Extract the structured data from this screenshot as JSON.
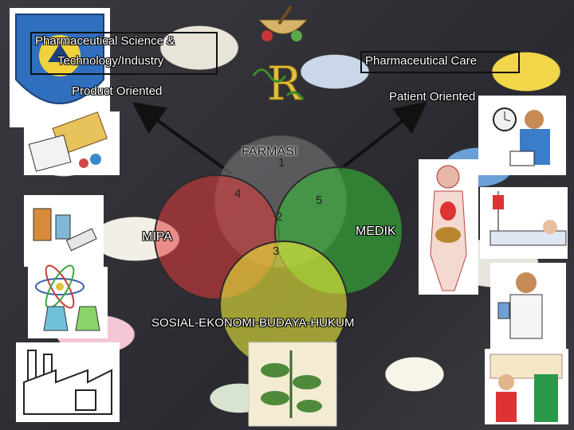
{
  "top_left": {
    "line1": "Pharmaceutical Science &",
    "line2": "Technology/Industry",
    "sub": "Product Oriented"
  },
  "top_right": {
    "line1": "Pharmaceutical Care",
    "sub": "Patient Oriented"
  },
  "circles": {
    "top": "FARMASI",
    "left": "MIPA",
    "right": "MEDIK",
    "bottom": "SOSIAL-EKONOMI-BUDAYA-HUKUM"
  },
  "numbers": {
    "n1": "1",
    "n2": "2",
    "n3": "3",
    "n4": "4",
    "n5": "5"
  },
  "colors": {
    "top": "#8a8a8a",
    "left": "#e03a3a",
    "right": "#39c43a",
    "bottom": "#e6e63a"
  }
}
